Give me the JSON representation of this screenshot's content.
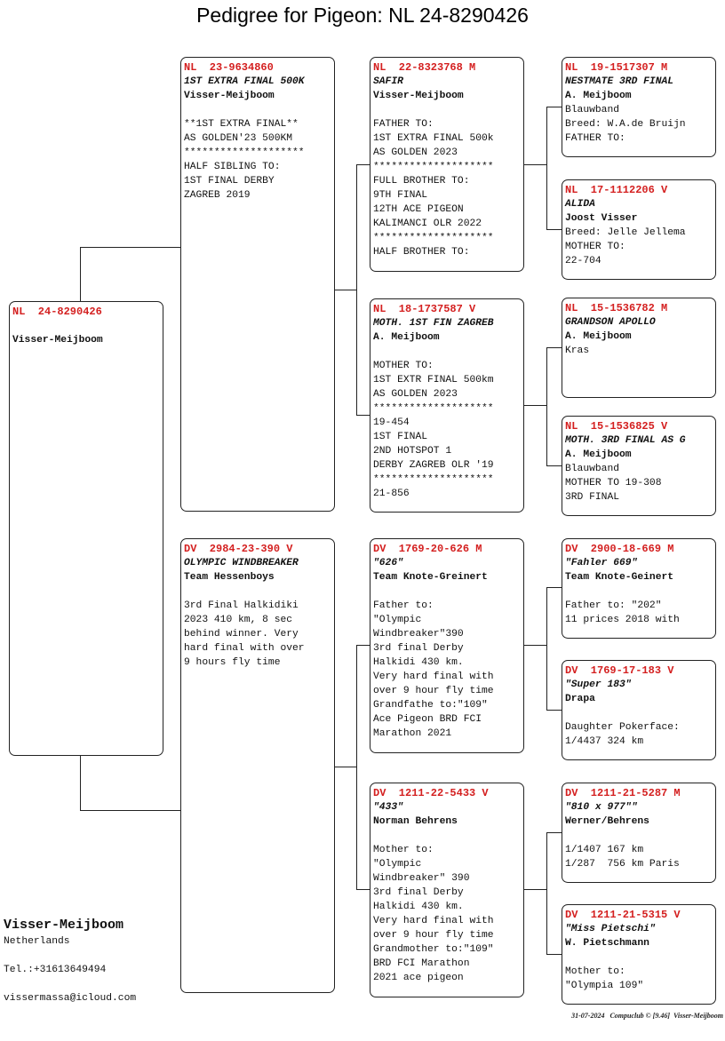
{
  "title": "Pedigree for Pigeon: NL  24-8290426",
  "pigeons": {
    "subject": {
      "ring": "NL  24-8290426",
      "name": "",
      "owner": "Visser-Meijboom",
      "lines": []
    },
    "sire": {
      "ring": "NL  23-9634860",
      "name": "1ST EXTRA FINAL 500K",
      "owner": "Visser-Meijboom",
      "lines": [
        "",
        "**1ST EXTRA FINAL**",
        "AS GOLDEN'23 500KM",
        "********************",
        "HALF SIBLING TO:",
        "1ST FINAL DERBY",
        "ZAGREB 2019"
      ]
    },
    "dam": {
      "ring": "DV  2984-23-390 V",
      "name": "OLYMPIC WINDBREAKER",
      "owner": "Team Hessenboys",
      "lines": [
        "",
        "3rd Final Halkidiki",
        "2023 410 km, 8 sec",
        "behind winner. Very",
        "hard final with over",
        "9 hours fly time"
      ]
    },
    "ss": {
      "ring": "NL  22-8323768 M",
      "name": "SAFIR",
      "owner": "Visser-Meijboom",
      "lines": [
        "",
        "FATHER TO:",
        "1ST EXTRA FINAL 500k",
        "AS GOLDEN 2023",
        "********************",
        "FULL BROTHER TO:",
        "9TH FINAL",
        "12TH ACE PIGEON",
        "KALIMANCI OLR 2022",
        "********************",
        "HALF BROTHER TO:"
      ]
    },
    "sd": {
      "ring": "NL  18-1737587 V",
      "name": "MOTH. 1ST FIN ZAGREB",
      "owner": "A. Meijboom",
      "lines": [
        "",
        "MOTHER TO:",
        "1ST EXTR FINAL 500km",
        "AS GOLDEN 2023",
        "********************",
        "19-454",
        "1ST FINAL",
        "2ND HOTSPOT 1",
        "DERBY ZAGREB OLR '19",
        "********************",
        "21-856"
      ]
    },
    "ds": {
      "ring": "DV  1769-20-626 M",
      "name": "\"626\"",
      "owner": "Team Knote-Greinert",
      "lines": [
        "",
        "Father to:",
        "\"Olympic",
        "Windbreaker\"390",
        "3rd final Derby",
        "Halkidi 430 km.",
        "Very hard final with",
        "over 9 hour fly time",
        "Grandfathe to:\"109\"",
        "Ace Pigeon BRD FCI",
        "Marathon 2021"
      ]
    },
    "dd": {
      "ring": "DV  1211-22-5433 V",
      "name": "\"433\"",
      "owner": "Norman Behrens",
      "lines": [
        "",
        "Mother to:",
        "\"Olympic",
        "Windbreaker\" 390",
        "3rd final Derby",
        "Halkidi 430 km.",
        "Very hard final with",
        "over 9 hour fly time",
        "Grandmother to:\"109\"",
        "BRD FCI Marathon",
        "2021 ace pigeon"
      ]
    },
    "sss": {
      "ring": "NL  19-1517307 M",
      "name": "NESTMATE 3RD FINAL",
      "owner": "A. Meijboom",
      "lines": [
        "Blauwband",
        "Breed: W.A.de Bruijn",
        "FATHER TO:"
      ]
    },
    "ssd": {
      "ring": "NL  17-1112206 V",
      "name": "ALIDA",
      "owner": "Joost Visser",
      "lines": [
        "Breed: Jelle Jellema",
        "MOTHER TO:",
        "22-704"
      ]
    },
    "sds": {
      "ring": "NL  15-1536782 M",
      "name": "GRANDSON APOLLO",
      "owner": "A. Meijboom",
      "lines": [
        "Kras"
      ]
    },
    "sdd": {
      "ring": "NL  15-1536825 V",
      "name": "MOTH. 3RD FINAL AS G",
      "owner": "A. Meijboom",
      "lines": [
        "Blauwband",
        "MOTHER TO 19-308",
        "3RD FINAL"
      ]
    },
    "dss": {
      "ring": "DV  2900-18-669 M",
      "name": "\"Fahler 669\"",
      "owner": "Team Knote-Geinert",
      "lines": [
        "",
        "Father to: \"202\"",
        "11 prices 2018 with"
      ]
    },
    "dsd": {
      "ring": "DV  1769-17-183 V",
      "name": "\"Super 183\"",
      "owner": "Drapa",
      "lines": [
        "",
        "Daughter Pokerface:",
        "1/4437 324 km"
      ]
    },
    "dds": {
      "ring": "DV  1211-21-5287 M",
      "name": "\"810 x 977\"\"",
      "owner": "Werner/Behrens",
      "lines": [
        "",
        "1/1407 167 km",
        "1/287  756 km Paris"
      ]
    },
    "ddd": {
      "ring": "DV  1211-21-5315 V",
      "name": "\"Miss Pietschi\"",
      "owner": "W. Pietschmann",
      "lines": [
        "",
        "Mother to:",
        "\"Olympia 109\""
      ]
    }
  },
  "breeder": {
    "name": "Visser-Meijboom",
    "country": "Netherlands",
    "phone": "Tel.:+31613649494",
    "email": "vissermassa@icloud.com"
  },
  "footer": "31-07-2024   Compuclub © [9.46]  Visser-Meijboom",
  "colors": {
    "ring": "#d42020",
    "border": "#222222"
  }
}
